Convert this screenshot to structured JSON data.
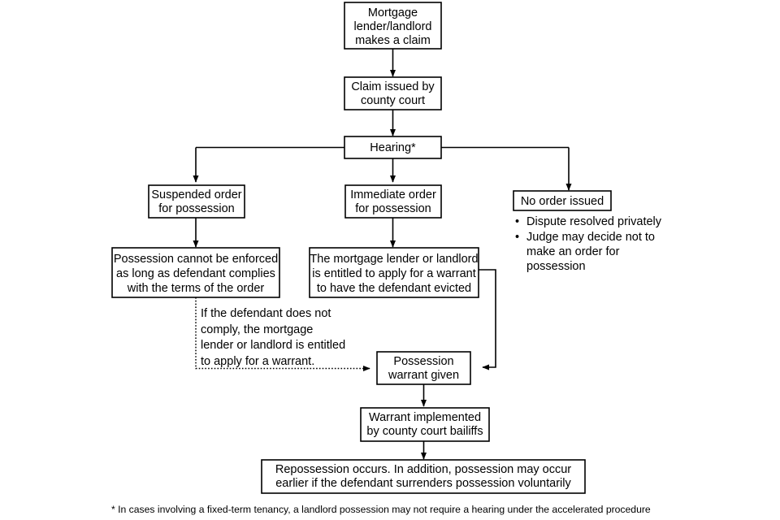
{
  "diagram": {
    "title": "Mortgage and landlord possession claim process",
    "background_color": "#ffffff",
    "line_color": "#000000",
    "text_color": "#000000"
  },
  "nodes": {
    "claim_made": {
      "lines": [
        "Mortgage",
        "lender/landlord",
        "makes a claim"
      ]
    },
    "claim_issued": {
      "lines": [
        "Claim issued by",
        "county court"
      ]
    },
    "hearing": {
      "lines": [
        "Hearing*"
      ]
    },
    "suspended_order": {
      "lines": [
        "Suspended order",
        "for possession"
      ]
    },
    "immediate_order": {
      "lines": [
        "Immediate order",
        "for possession"
      ]
    },
    "no_order": {
      "lines": [
        "No order issued"
      ]
    },
    "possession_not_enforced": {
      "lines": [
        "Possession cannot be enforced",
        "as long as defendant complies",
        "with the terms of the order"
      ]
    },
    "entitled_to_warrant": {
      "lines": [
        "The mortgage lender or landlord",
        "is entitled to apply for a warrant",
        "to have the defendant evicted"
      ]
    },
    "possession_warrant": {
      "lines": [
        "Possession",
        "warrant given"
      ]
    },
    "warrant_implemented": {
      "lines": [
        "Warrant implemented",
        "by county court bailiffs"
      ]
    },
    "repossession_occurs": {
      "lines": [
        "Repossession occurs. In addition, possession may occur",
        "earlier if the defendant surrenders possession voluntarily"
      ]
    }
  },
  "no_order_bullets": {
    "marker": "•",
    "items": [
      {
        "lines": [
          "Dispute resolved privately"
        ]
      },
      {
        "lines": [
          "Judge may decide not to",
          "make an order for",
          "possession"
        ]
      }
    ]
  },
  "dotted_annotation": {
    "lines": [
      "If the defendant does not",
      "comply, the mortgage",
      "lender or landlord is entitled",
      "to apply for a warrant."
    ]
  },
  "footnote": {
    "text": "* In cases involving a fixed-term tenancy, a landlord possession may not require a hearing under the accelerated procedure"
  }
}
